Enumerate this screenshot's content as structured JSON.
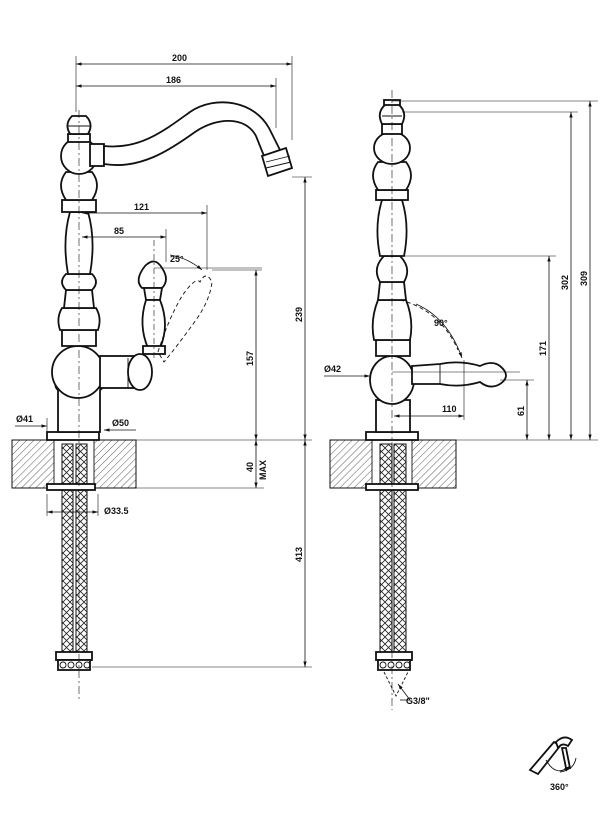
{
  "front_view": {
    "dim_overall_width": "200",
    "dim_spout_reach": "186",
    "dim_handle_reach": "121",
    "dim_handle_center": "85",
    "dim_handle_angle": "25°",
    "dim_height_spout": "239",
    "dim_height_body": "157",
    "dim_base_dia": "Ø41",
    "dim_flange_dia": "Ø50",
    "dim_counter_thickness": "40",
    "dim_counter_max": "MAX",
    "dim_tail_dia": "Ø33.5",
    "dim_hose_length": "413"
  },
  "side_view": {
    "dim_body_dia": "Ø42",
    "dim_rotation_angle": "90°",
    "dim_handle_reach": "110",
    "dim_handle_height": "61",
    "dim_mid_height": "171",
    "dim_top_height": "302",
    "dim_total_height": "309",
    "dim_thread": "G3/8\""
  },
  "rotation_icon": {
    "label": "360°"
  }
}
